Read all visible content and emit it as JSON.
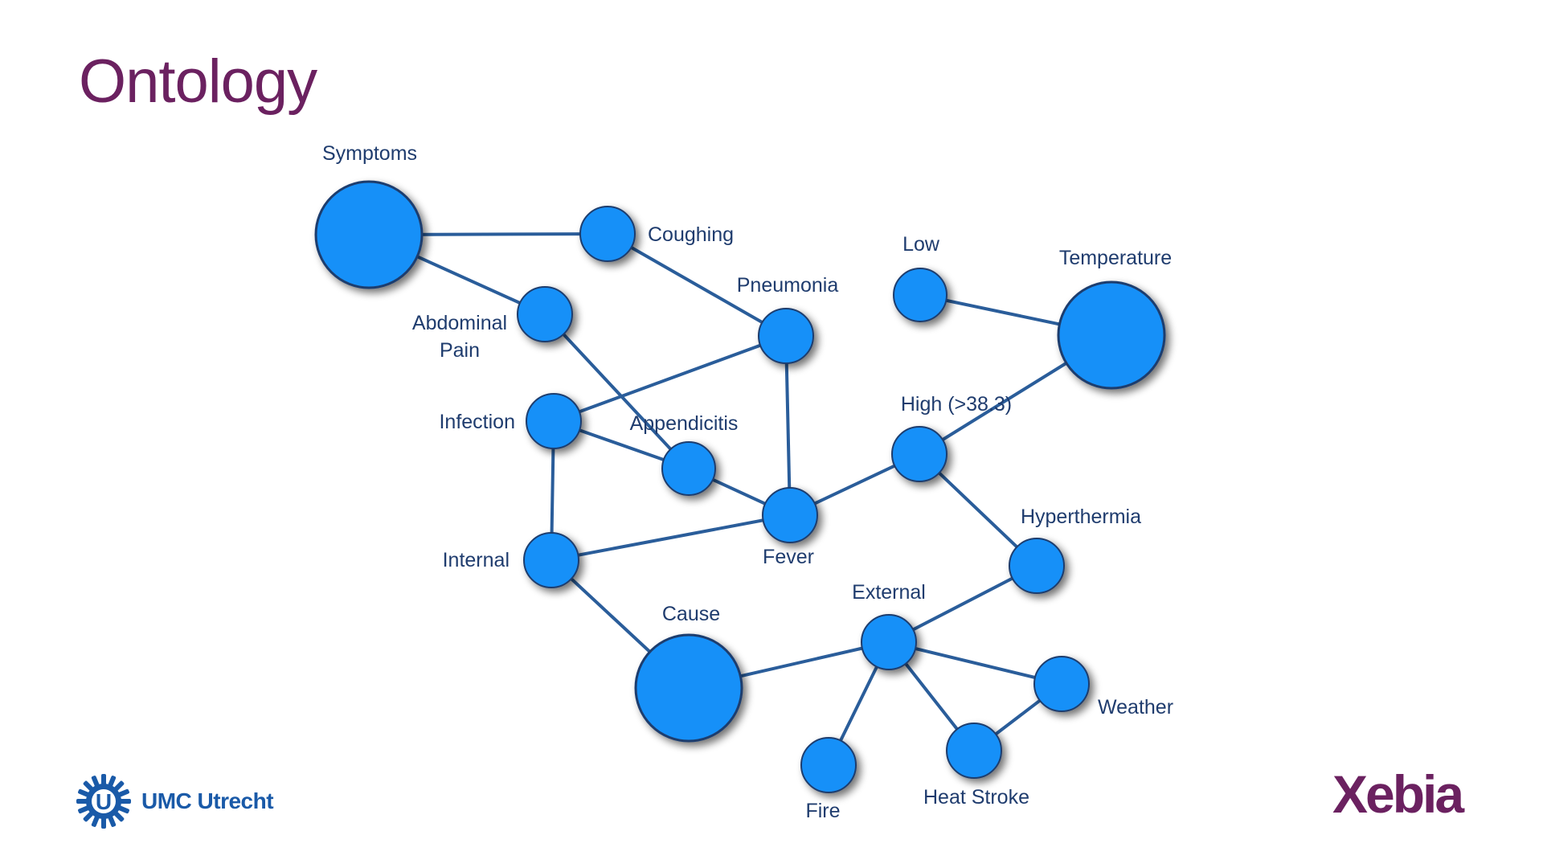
{
  "slide": {
    "title": "Ontology"
  },
  "nodes": [
    {
      "id": "symptoms",
      "label": "Symptoms"
    },
    {
      "id": "coughing",
      "label": "Coughing"
    },
    {
      "id": "abdominal",
      "label": "Abdominal Pain"
    },
    {
      "id": "pneumonia",
      "label": "Pneumonia"
    },
    {
      "id": "low",
      "label": "Low"
    },
    {
      "id": "temperature",
      "label": "Temperature"
    },
    {
      "id": "infection",
      "label": "Infection"
    },
    {
      "id": "appendicitis",
      "label": "Appendicitis"
    },
    {
      "id": "high",
      "label": "High (>38.3)"
    },
    {
      "id": "fever",
      "label": "Fever"
    },
    {
      "id": "internal",
      "label": "Internal"
    },
    {
      "id": "hyperthermia",
      "label": "Hyperthermia"
    },
    {
      "id": "cause",
      "label": "Cause"
    },
    {
      "id": "external",
      "label": "External"
    },
    {
      "id": "weather",
      "label": "Weather"
    },
    {
      "id": "fire",
      "label": "Fire"
    },
    {
      "id": "heatstroke",
      "label": "Heat Stroke"
    }
  ],
  "edges": [
    [
      "symptoms",
      "coughing"
    ],
    [
      "symptoms",
      "abdominal"
    ],
    [
      "coughing",
      "pneumonia"
    ],
    [
      "abdominal",
      "appendicitis"
    ],
    [
      "pneumonia",
      "infection"
    ],
    [
      "pneumonia",
      "fever"
    ],
    [
      "low",
      "temperature"
    ],
    [
      "temperature",
      "high"
    ],
    [
      "infection",
      "appendicitis"
    ],
    [
      "infection",
      "internal"
    ],
    [
      "appendicitis",
      "fever"
    ],
    [
      "fever",
      "high"
    ],
    [
      "fever",
      "internal"
    ],
    [
      "high",
      "hyperthermia"
    ],
    [
      "internal",
      "cause"
    ],
    [
      "cause",
      "external"
    ],
    [
      "external",
      "hyperthermia"
    ],
    [
      "external",
      "weather"
    ],
    [
      "external",
      "fire"
    ],
    [
      "external",
      "heatstroke"
    ],
    [
      "heatstroke",
      "weather"
    ]
  ],
  "colors": {
    "node_fill": "#1890f8",
    "node_stroke": "#1f3c6e",
    "edge": "#2a5d9a",
    "label": "#1f3c6e",
    "title": "#6b2160"
  },
  "logos": {
    "left": "UMC Utrecht",
    "right": "Xebia"
  }
}
